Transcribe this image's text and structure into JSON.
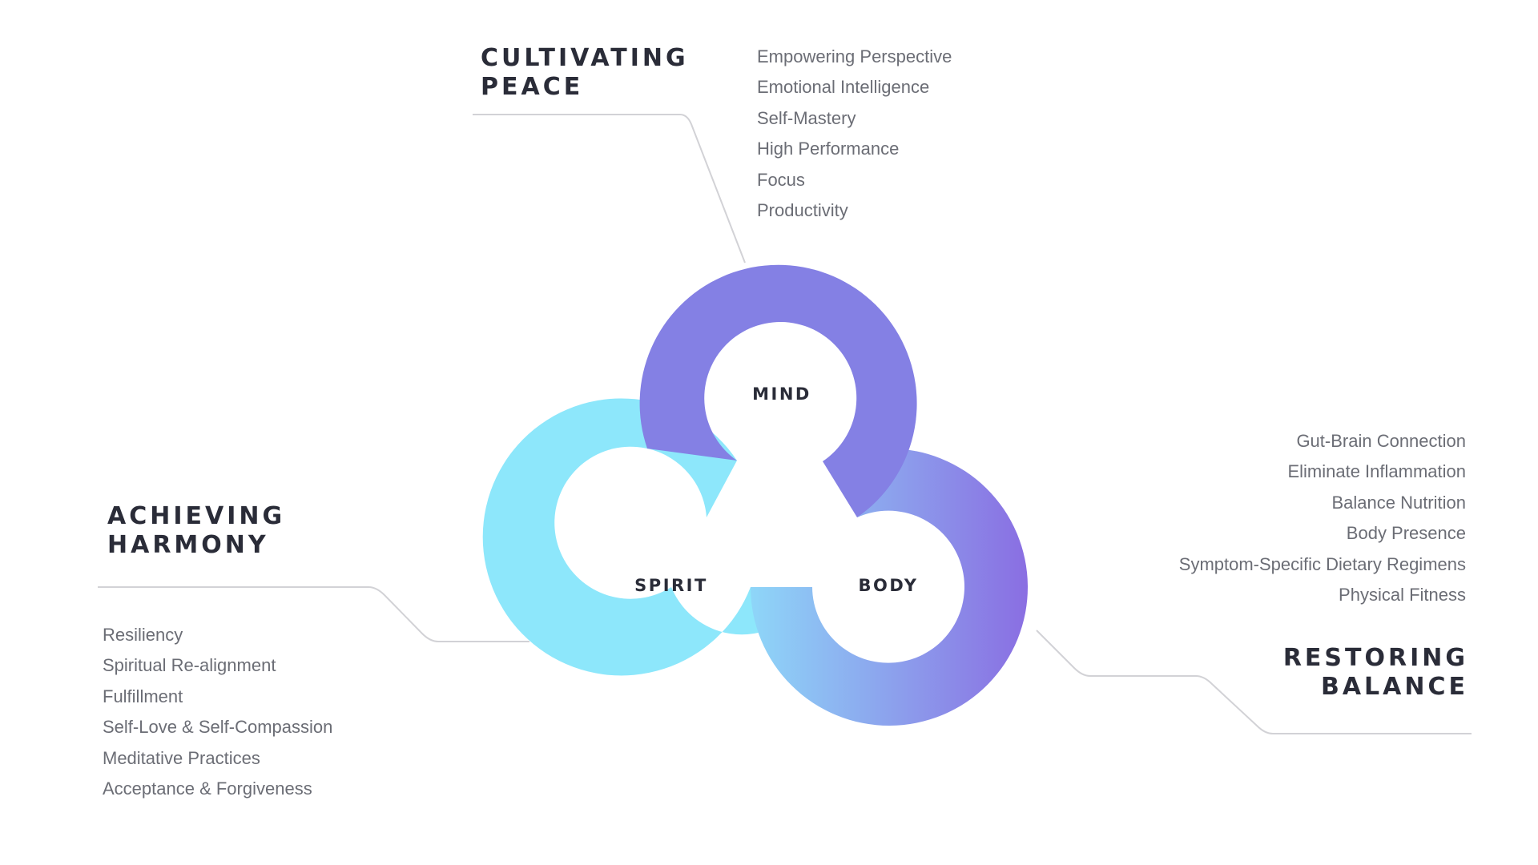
{
  "colors": {
    "mind": "#8480e4",
    "spirit": "#8de7fb",
    "body_gradient": [
      "#8ed6f8",
      "#8a6ee2"
    ],
    "heading_text": "#2a2c38",
    "list_text": "#6b6d75",
    "connector": "#d2d2d6"
  },
  "mind": {
    "heading": [
      "CULTIVATING",
      "PEACE"
    ],
    "label": "MIND",
    "items": [
      "Empowering Perspective",
      "Emotional Intelligence",
      "Self-Mastery",
      "High Performance",
      "Focus",
      "Productivity"
    ]
  },
  "spirit": {
    "heading": [
      "ACHIEVING",
      "HARMONY"
    ],
    "label": "SPIRIT",
    "items": [
      "Resiliency",
      "Spiritual Re-alignment",
      "Fulfillment",
      "Self-Love & Self-Compassion",
      "Meditative Practices",
      "Acceptance & Forgiveness"
    ]
  },
  "body": {
    "heading": [
      "RESTORING",
      "BALANCE"
    ],
    "label": "BODY",
    "items": [
      "Gut-Brain Connection",
      "Eliminate Inflammation",
      "Balance Nutrition",
      "Body Presence",
      "Symptom-Specific Dietary Regimens",
      "Physical Fitness"
    ]
  }
}
